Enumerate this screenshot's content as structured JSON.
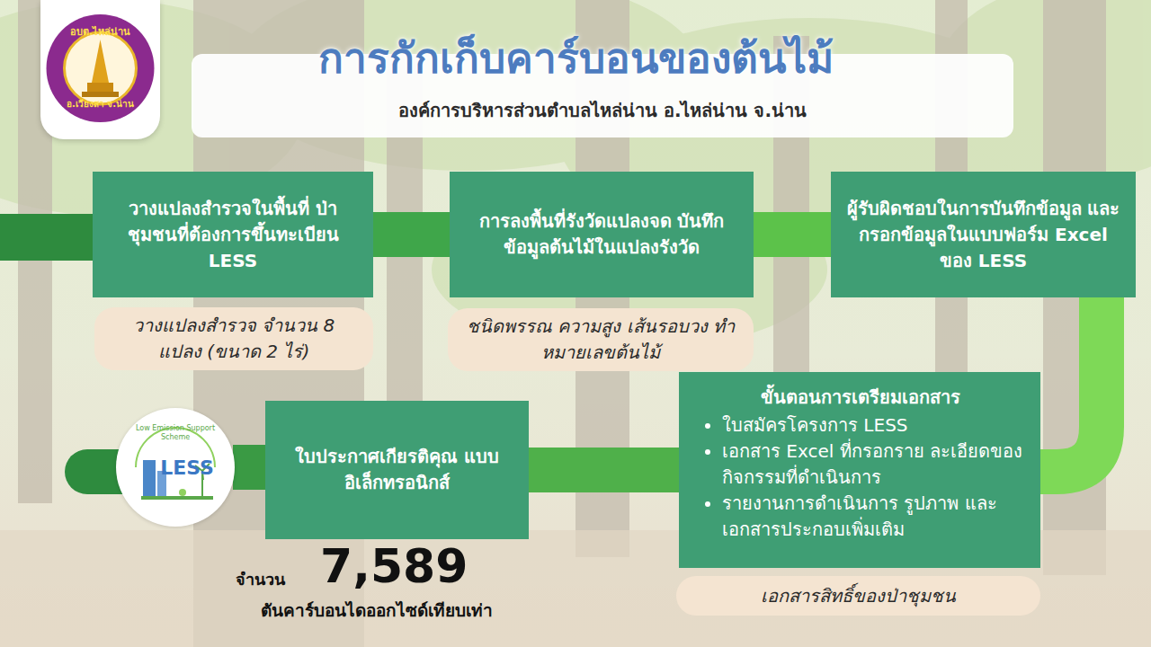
{
  "diagram": {
    "title": "การกักเก็บคาร์บอนของต้นไม้",
    "nodes": [
      {
        "text": [
          "องค์การบริหารส่วนตำบลไหล่น่าน อ.ไหล่น่าน จ.น่าน"
        ]
      },
      {
        "text": [
          "อบต.ไหล่น่าน",
          "อ.เวียงสา จ.น่าน"
        ]
      },
      {
        "text": [
          "วางแปลงสำรวจในพื้นที่ ป่าชุมชนที่ต้องการขึ้นทะเบียน LESS"
        ]
      },
      {
        "text": [
          "วางแปลงสำรวจ จำนวน 8 แปลง (ขนาด 2 ไร่)"
        ]
      },
      {
        "text": [
          "การลงพื้นที่รังวัดแปลงจด บันทึกข้อมูลต้นไม้ในแปลงรังวัด"
        ]
      },
      {
        "text": [
          "ชนิดพรรณ ความสูง เส้นรอบวง ทำหมายเลขต้นไม้"
        ]
      },
      {
        "text": [
          "ผู้รับผิดชอบในการบันทึกข้อมูล และกรอกข้อมูลในแบบฟอร์ม Excel ของ LESS"
        ]
      },
      {
        "text": [
          "ขั้นตอนการเตรียมเอกสาร",
          "ใบสมัครโครงการ LESS",
          "เอกสาร Excel ที่กรอกราย ละเอียดของกิจกรรมที่ดำเนินการ",
          "รายงานการดำเนินการ รูปภาพ และเอกสารประกอบเพิ่มเติม"
        ]
      },
      {
        "text": [
          "เอกสารสิทธิ์ของป่าชุมชน"
        ]
      },
      {
        "text": [
          "ใบประกาศเกียรติคุณ แบบอิเล็กทรอนิกส์"
        ]
      },
      {
        "text": [
          "Low Emission Support Scheme",
          "LESS"
        ]
      }
    ],
    "edges": [
      {
        "from": 2,
        "to": 4,
        "arrow": "none"
      },
      {
        "from": 4,
        "to": 6,
        "arrow": "none"
      },
      {
        "from": 6,
        "to": 7,
        "arrow": "none"
      },
      {
        "from": 7,
        "to": 9,
        "arrow": "none"
      },
      {
        "from": 9,
        "to": 10,
        "arrow": "none"
      }
    ],
    "labels": [
      "จำนวน",
      "7,589",
      "ตันคาร์บอนไดออกไซด์เทียบเท่า"
    ]
  }
}
